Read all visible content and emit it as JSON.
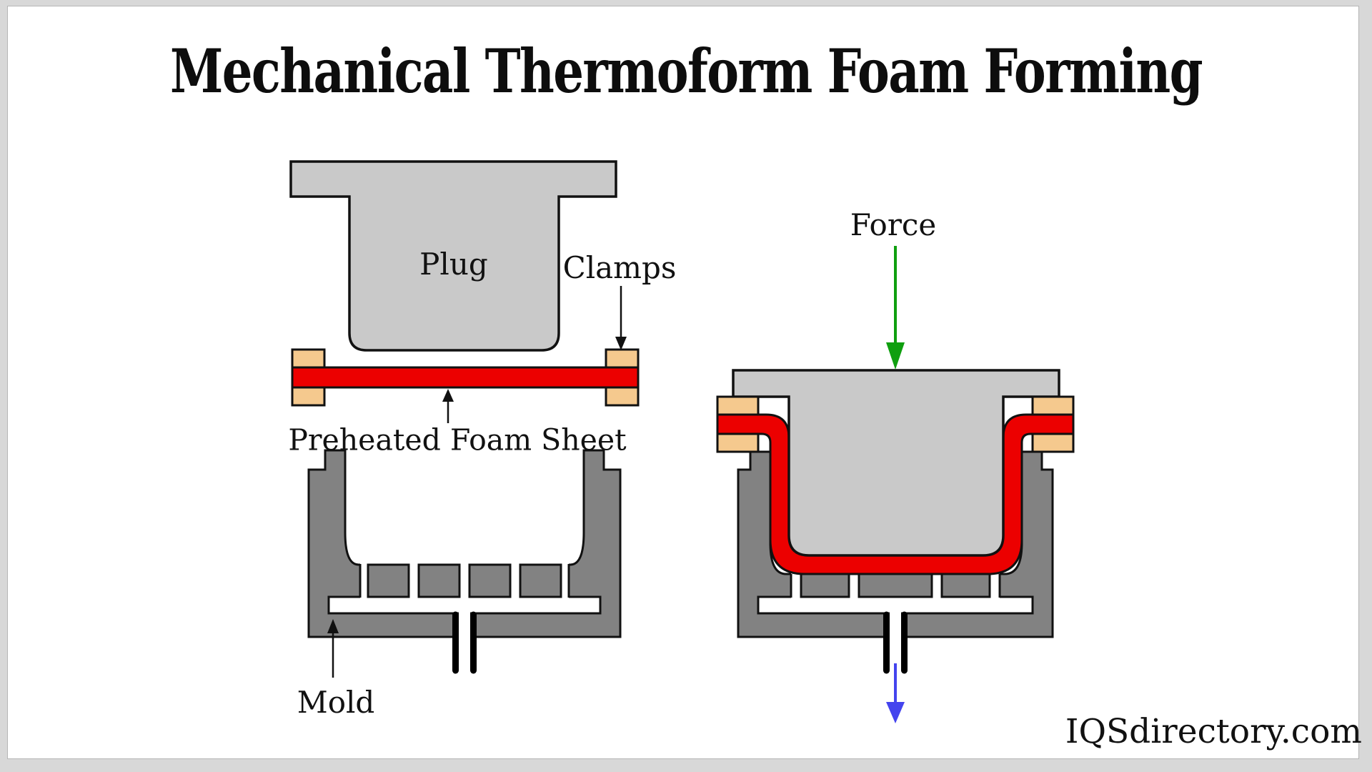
{
  "page": {
    "title": "Mechanical Thermoform Foam Forming",
    "watermark": "IQSdirectory.com"
  },
  "colors": {
    "plug": "#c9c9c9",
    "mold": "#828282",
    "foam": "#ec0000",
    "clamp": "#f5c98e",
    "force_arrow": "#0f9f0f",
    "vacuum_arrow": "#4444ee",
    "outline": "#111111",
    "background": "#ffffff",
    "frame": "#d8d8d8"
  },
  "diagram_left": {
    "labels": {
      "plug": "Plug",
      "clamps": "Clamps",
      "sheet": "Preheated Foam Sheet",
      "mold": "Mold"
    }
  },
  "diagram_right": {
    "labels": {
      "force": "Force"
    }
  }
}
